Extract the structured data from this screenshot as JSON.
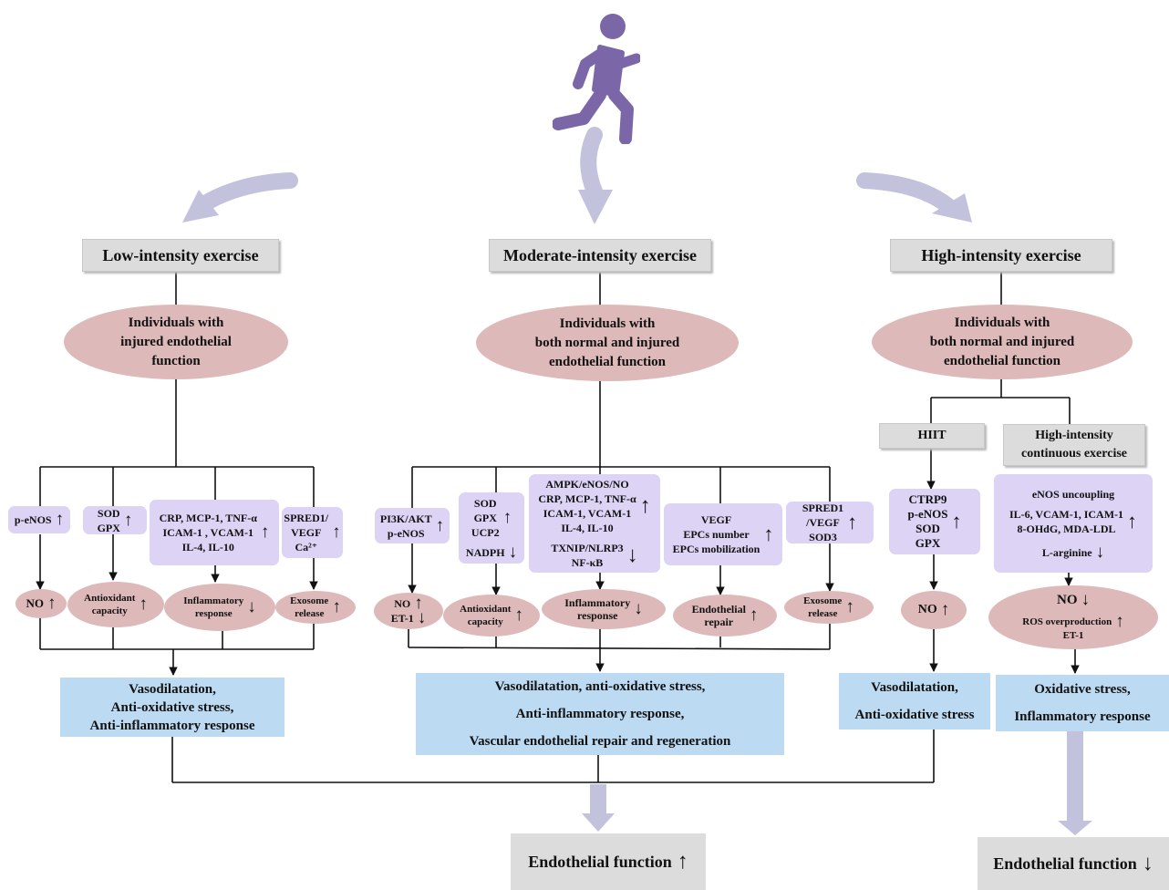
{
  "arrows": {
    "up": "↑",
    "down": "↓"
  },
  "headers": {
    "low": "Low-intensity exercise",
    "moderate": "Moderate-intensity exercise",
    "high": "High-intensity exercise"
  },
  "populations": {
    "low": [
      "Individuals with",
      "injured endothelial",
      "function"
    ],
    "moderate": [
      "Individuals with",
      "both normal and injured",
      "endothelial function"
    ],
    "high": [
      "Individuals with",
      "both normal and injured",
      "endothelial function"
    ]
  },
  "left": {
    "markers": [
      {
        "text": "p-eNOS"
      },
      {
        "lines": [
          "SOD",
          "GPX"
        ]
      },
      {
        "lines": [
          "CRP,  MCP-1,  TNF-α",
          "ICAM-1 ,  VCAM-1",
          "IL-4,  IL-10"
        ]
      },
      {
        "lines": [
          "SPRED1/",
          "VEGF",
          "Ca²⁺"
        ]
      }
    ],
    "effects": [
      {
        "text": "NO"
      },
      {
        "lines": [
          "Antioxidant",
          "capacity"
        ]
      },
      {
        "lines": [
          "Inflammatory",
          "response"
        ]
      },
      {
        "lines": [
          "Exosome",
          "release"
        ]
      }
    ]
  },
  "middle": {
    "markers": [
      {
        "lines": [
          "PI3K/AKT",
          "p-eNOS"
        ]
      },
      {
        "lines": [
          "SOD",
          "GPX",
          "UCP2",
          "NADPH"
        ]
      },
      {
        "lines": [
          "AMPK/eNOS/NO",
          "CRP,  MCP-1,  TNF-α",
          "ICAM-1,  VCAM-1",
          "IL-4,  IL-10",
          "TXNIP/NLRP3",
          "NF-κB"
        ]
      },
      {
        "lines": [
          "VEGF",
          "EPCs number",
          "EPCs mobilization"
        ]
      },
      {
        "lines": [
          "SPRED1",
          "/VEGF",
          "SOD3"
        ]
      }
    ],
    "effects": [
      {
        "lines": [
          "NO",
          "ET-1"
        ]
      },
      {
        "lines": [
          "Antioxidant",
          "capacity"
        ]
      },
      {
        "lines": [
          "Inflammatory",
          "response"
        ]
      },
      {
        "lines": [
          "Endothelial",
          "repair"
        ]
      },
      {
        "lines": [
          "Exosome",
          "release"
        ]
      }
    ]
  },
  "right": {
    "subheaders": {
      "hiit": "HIIT",
      "continuous": [
        "High-intensity",
        "continuous exercise"
      ]
    },
    "hiit_markers": [
      "CTRP9",
      "p-eNOS",
      "SOD",
      "GPX"
    ],
    "continuous_markers": [
      "eNOS uncoupling",
      "IL-6, VCAM-1,  ICAM-1",
      "8-OHdG, MDA-LDL",
      "L-arginine"
    ],
    "hiit_effect": "NO",
    "continuous_effects": [
      "NO",
      "ROS overproduction",
      "ET-1"
    ]
  },
  "outcomes": {
    "low": [
      "Vasodilatation,",
      "Anti-oxidative stress,",
      "Anti-inflammatory response"
    ],
    "moderate": [
      "Vasodilatation, anti-oxidative stress,",
      "Anti-inflammatory response,",
      "Vascular endothelial repair and regeneration"
    ],
    "hiit": [
      "Vasodilatation,",
      "Anti-oxidative stress"
    ],
    "continuous": [
      "Oxidative stress,",
      "Inflammatory response"
    ]
  },
  "finals": {
    "up_label": "Endothelial function",
    "down_label": "Endothelial function"
  }
}
